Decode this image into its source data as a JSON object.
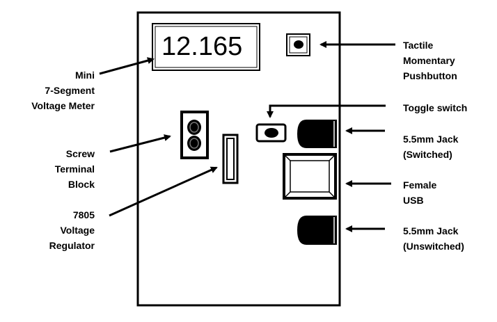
{
  "display": {
    "value": "12.165"
  },
  "labels": {
    "meter": [
      "Mini",
      "7-Segment",
      "Voltage Meter"
    ],
    "terminal": [
      "Screw",
      "Terminal",
      "Block"
    ],
    "regulator": [
      "7805",
      "Voltage",
      "Regulator"
    ],
    "pushbutton": [
      "Tactile",
      "Momentary",
      "Pushbutton"
    ],
    "toggle": [
      "Toggle switch"
    ],
    "jack_switched": [
      "5.5mm Jack",
      "(Switched)"
    ],
    "usb": [
      "Female",
      "USB"
    ],
    "jack_unswitched": [
      "5.5mm Jack",
      "(Unswitched)"
    ]
  }
}
